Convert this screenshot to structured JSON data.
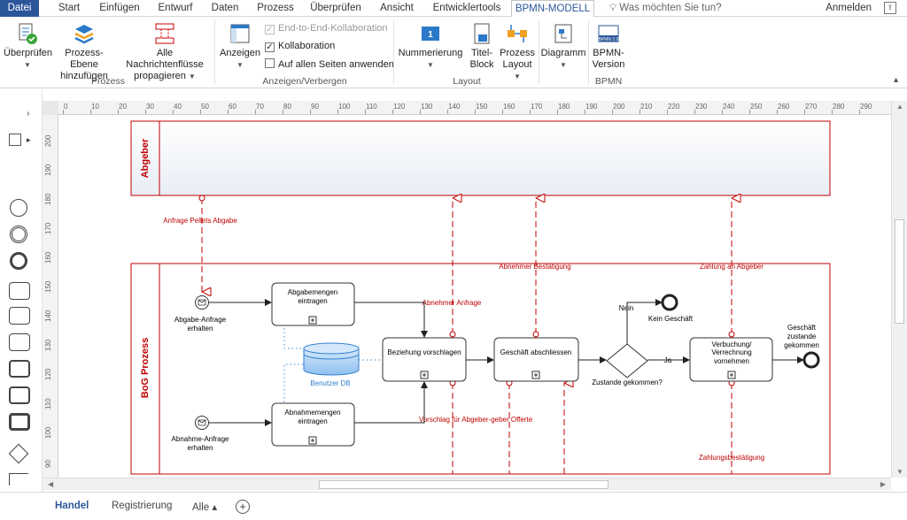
{
  "ribbon_tabs": [
    {
      "label": "Datei"
    },
    {
      "label": "Start"
    },
    {
      "label": "Einfügen"
    },
    {
      "label": "Entwurf"
    },
    {
      "label": "Daten"
    },
    {
      "label": "Prozess"
    },
    {
      "label": "Überprüfen"
    },
    {
      "label": "Ansicht"
    },
    {
      "label": "Entwicklertools"
    },
    {
      "label": "BPMN-MODELL"
    }
  ],
  "tell_me": "Was möchten Sie tun?",
  "sign_in": "Anmelden",
  "ribbon": {
    "prozess": {
      "group_label": "Prozess",
      "ueberpruefen": "Überprüfen",
      "prozess_ebene_1": "Prozess-Ebene",
      "prozess_ebene_2": "hinzufügen",
      "nachrichten_1": "Alle Nachrichtenflüsse",
      "nachrichten_2": "propagieren"
    },
    "anzeigen": {
      "group_label": "Anzeigen/Verbergen",
      "anzeigen": "Anzeigen",
      "end_to_end": "End-to-End-Kollaboration",
      "kollaboration": "Kollaboration",
      "alle_seiten": "Auf allen Seiten anwenden"
    },
    "layout": {
      "group_label": "Layout",
      "nummerierung": "Nummerierung",
      "titel_1": "Titel-",
      "titel_2": "Block",
      "prozess_layout_1": "Prozess",
      "prozess_layout_2": "Layout"
    },
    "diagramm": "Diagramm",
    "bpmn": {
      "group_label": "BPMN",
      "version_1": "BPMN-",
      "version_2": "Version",
      "badge": "BPMN 2.0"
    }
  },
  "ruler_h": [
    "0",
    "10",
    "20",
    "30",
    "40",
    "50",
    "60",
    "70",
    "80",
    "90",
    "100",
    "110",
    "120",
    "130",
    "140",
    "150",
    "160",
    "170",
    "180",
    "190",
    "200",
    "210",
    "220",
    "230",
    "240",
    "250",
    "260",
    "270",
    "280",
    "290"
  ],
  "ruler_v": [
    "200",
    "190",
    "180",
    "170",
    "160",
    "150",
    "140",
    "130",
    "120",
    "110",
    "100",
    "90"
  ],
  "diagram": {
    "pool_top": "Abgeber",
    "pool_bottom": "BoG Prozess",
    "msg_anfrage_pellets": "Anfrage Pellets Abgabe",
    "msg_abnehmer_bestaetigung": "Abnehmer Bestätigung",
    "msg_zahlung_abgeber": "Zahlung an Abgeber",
    "msg_abnehmer_anfrage": "Abnehmer Anfrage",
    "msg_vorschlag": "Vorschlag für Abgeber-geber Offerte",
    "msg_zahlungsbestaetigung": "Zahlungsbestätigung",
    "evt_abgabe_1": "Abgabe-Anfrage",
    "evt_abgabe_2": "erhalten",
    "evt_abnahme_1": "Abnahme-Anfrage",
    "evt_abnahme_2": "erhalten",
    "task_abgabemengen_1": "Abgabemengen",
    "task_abgabemengen_2": "eintragen",
    "task_abnahmemengen_1": "Abnahmemengen",
    "task_abnahmemengen_2": "eintragen",
    "datastore": "Benutzer DB",
    "task_beziehung": "Beziehung vorschlagen",
    "task_geschaeft": "Geschäft abschliessen",
    "gateway_label": "Zustande gekommen?",
    "gw_nein": "Nein",
    "gw_ja": "Ja",
    "end_kein": "Kein Geschäft",
    "task_verbuchung_1": "Verbuchung/",
    "task_verbuchung_2": "Verrechnung",
    "task_verbuchung_3": "vornehmen",
    "end_geschaeft_1": "Geschäft",
    "end_geschaeft_2": "zustande",
    "end_geschaeft_3": "gekommen"
  },
  "page_tabs": [
    {
      "label": "Handel"
    },
    {
      "label": "Registrierung"
    },
    {
      "label": "Alle ▴"
    }
  ],
  "colors": {
    "accent": "#2b579a",
    "pool": "#c00000",
    "pool_fill": "#eef2f8"
  }
}
